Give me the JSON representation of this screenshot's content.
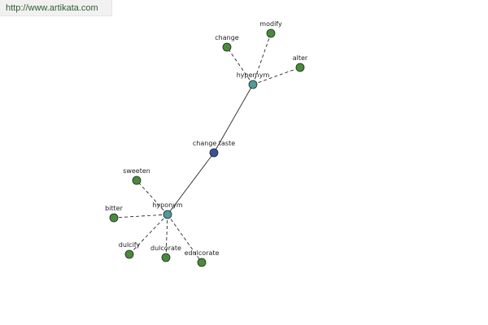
{
  "header": {
    "url": "http://www.artikata.com"
  },
  "graph": {
    "nodes": [
      {
        "id": "change_taste",
        "label": "change taste",
        "role": "center",
        "color": "#3b4f9a"
      },
      {
        "id": "hypernym",
        "label": "hypernym",
        "role": "relation",
        "color": "#4f9a9a"
      },
      {
        "id": "hyponym",
        "label": "hyponym",
        "role": "relation",
        "color": "#4f9a9a"
      },
      {
        "id": "change",
        "label": "change",
        "role": "term",
        "color": "#4a8a3c"
      },
      {
        "id": "modify",
        "label": "modify",
        "role": "term",
        "color": "#4a8a3c"
      },
      {
        "id": "alter",
        "label": "alter",
        "role": "term",
        "color": "#4a8a3c"
      },
      {
        "id": "sweeten",
        "label": "sweeten",
        "role": "term",
        "color": "#4a8a3c"
      },
      {
        "id": "bitter",
        "label": "bitter",
        "role": "term",
        "color": "#4a8a3c"
      },
      {
        "id": "dulcify",
        "label": "dulcify",
        "role": "term",
        "color": "#4a8a3c"
      },
      {
        "id": "dulcorate",
        "label": "dulcorate",
        "role": "term",
        "color": "#4a8a3c"
      },
      {
        "id": "edulcorate",
        "label": "edulcorate",
        "role": "term",
        "color": "#4a8a3c"
      }
    ],
    "edges": [
      {
        "from": "change_taste",
        "to": "hypernym",
        "style": "solid"
      },
      {
        "from": "change_taste",
        "to": "hyponym",
        "style": "solid"
      },
      {
        "from": "hypernym",
        "to": "change",
        "style": "dashed"
      },
      {
        "from": "hypernym",
        "to": "modify",
        "style": "dashed"
      },
      {
        "from": "hypernym",
        "to": "alter",
        "style": "dashed"
      },
      {
        "from": "hyponym",
        "to": "sweeten",
        "style": "dashed"
      },
      {
        "from": "hyponym",
        "to": "bitter",
        "style": "dashed"
      },
      {
        "from": "hyponym",
        "to": "dulcify",
        "style": "dashed"
      },
      {
        "from": "hyponym",
        "to": "dulcorate",
        "style": "dashed"
      },
      {
        "from": "hyponym",
        "to": "edulcorate",
        "style": "dashed"
      }
    ]
  }
}
